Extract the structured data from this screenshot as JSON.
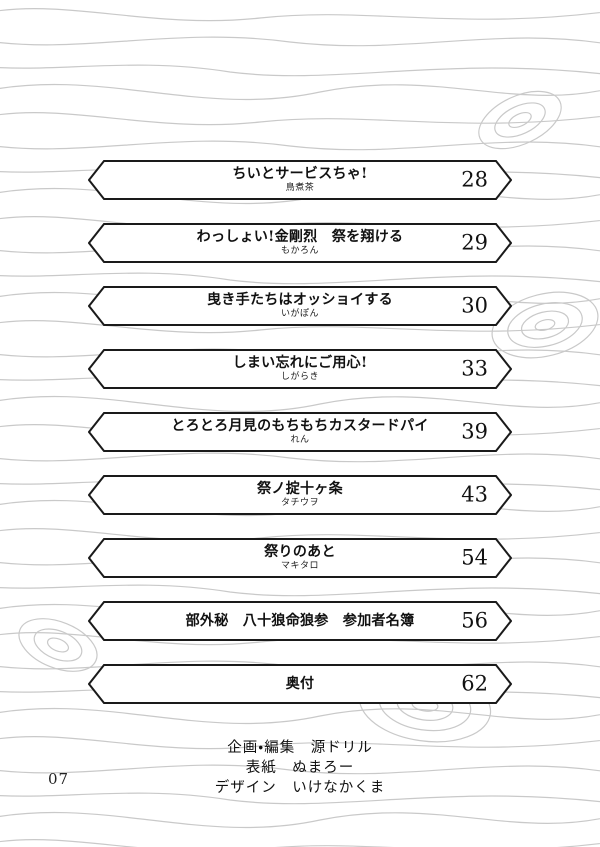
{
  "page": {
    "folio": "07"
  },
  "toc": {
    "entries": [
      {
        "title": "ちいとサービスちゃ!",
        "author": "鳥煮茶",
        "page": "28"
      },
      {
        "title": "わっしょい!金剛烈　祭を翔ける",
        "author": "もかろん",
        "page": "29"
      },
      {
        "title": "曳き手たちはオッショイする",
        "author": "いがぽん",
        "page": "30"
      },
      {
        "title": "しまい忘れにご用心!",
        "author": "しがらき",
        "page": "33"
      },
      {
        "title": "とろとろ月見のもちもちカスタードパイ",
        "author": "れん",
        "page": "39"
      },
      {
        "title": "祭ノ掟十ヶ条",
        "author": "タチウヲ",
        "page": "43"
      },
      {
        "title": "祭りのあと",
        "author": "マキタロ",
        "page": "54"
      },
      {
        "title": "部外秘　八十狼命狼参　参加者名簿",
        "author": "",
        "page": "56"
      },
      {
        "title": "奥付",
        "author": "",
        "page": "62"
      }
    ]
  },
  "credits": {
    "lines": [
      "企画・編集　源ドリル",
      "表紙　ぬまろー",
      "デザイン　いけなかくま"
    ]
  },
  "colors": {
    "banner_border": "#1a1a1a",
    "banner_fill": "#ffffff",
    "pattern_line": "#c9c9c9",
    "text": "#111111"
  }
}
